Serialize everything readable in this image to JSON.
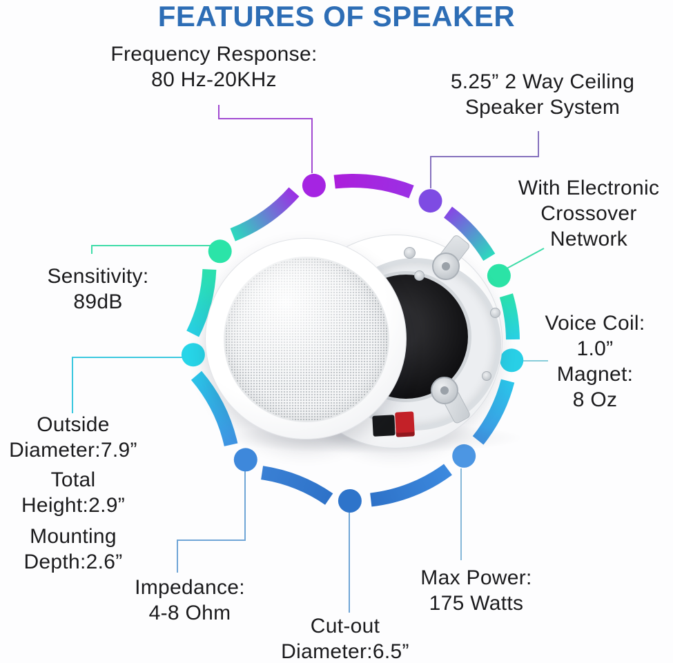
{
  "title": {
    "text": "FEATURES OF SPEAKER",
    "color": "#2D6DB5"
  },
  "callouts": {
    "frequency": {
      "line1": "Frequency Response:",
      "line2": "80 Hz-20KHz"
    },
    "system": {
      "line1": "5.25” 2 Way Ceiling",
      "line2": "Speaker System"
    },
    "crossover": {
      "line1": "With Electronic",
      "line2": "Crossover",
      "line3": "Network"
    },
    "voice_coil": {
      "line1": "Voice Coil:",
      "line2": "1.0”",
      "line3": "Magnet:",
      "line4": "8 Oz"
    },
    "sensitivity": {
      "line1": "Sensitivity:",
      "line2": "89dB"
    },
    "outside_diameter": {
      "line1": "Outside",
      "line2": "Diameter:7.9”"
    },
    "total_height": {
      "line1": "Total",
      "line2": "Height:2.9”"
    },
    "mounting_depth": {
      "line1": "Mounting",
      "line2": "Depth:2.6”"
    },
    "impedance": {
      "line1": "Impedance:",
      "line2": "4-8 Ohm"
    },
    "cutout": {
      "line1": "Cut-out",
      "line2": "Diameter:6.5”"
    },
    "max_power": {
      "line1": "Max Power:",
      "line2": "175 Watts"
    }
  },
  "ring": {
    "colors": {
      "purple": "#AC1EDB",
      "violet": "#9B30E4",
      "violet_deep": "#8547E4",
      "teal": "#2CD9BE",
      "green": "#2BE0AC",
      "cyan": "#28D0E4",
      "sky": "#2BC5EA",
      "blue": "#3F93E2",
      "blue_mid": "#3C89DE",
      "royal": "#2E72C8",
      "blue_soft": "#3A80D4",
      "dot_purple": "#A524E2",
      "dot_violet": "#7E4BE3",
      "dot_green": "#2BE3A6",
      "dot_cyan": "#29CFE6",
      "dot_blue": "#4C96E3",
      "dot_royal": "#2E74CA",
      "dot_blue2": "#3E88DB",
      "dot_cyan2": "#27D5E8",
      "dot_green2": "#2BE4A8",
      "line_purple": "#A149D1",
      "line_violet": "#8570BD",
      "line_green": "#3EDCA8",
      "line_cyan_light": "#86CCD9",
      "line_cyan": "#3CC8DF",
      "line_blue": "#6FA5D6",
      "line_blue_light": "#85B7D8"
    }
  },
  "speaker": {
    "terminal_red": "#C32128",
    "terminal_black": "#17181A"
  }
}
